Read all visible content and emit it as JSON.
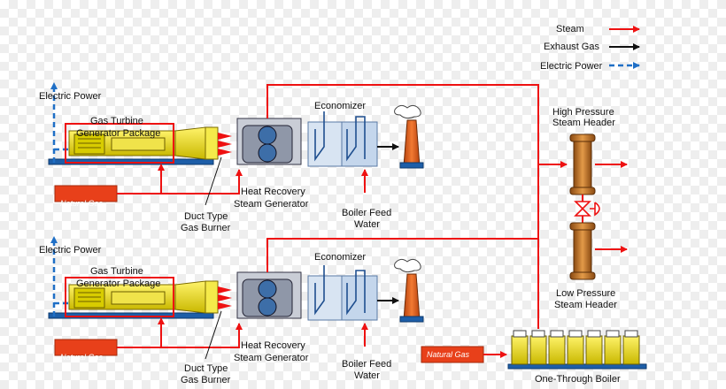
{
  "legend": {
    "steam": "Steam",
    "exhaust_gas": "Exhaust Gas",
    "electric_power": "Electric Power"
  },
  "units": [
    {
      "electric_power": "Electric Power",
      "gas_turbine_line1": "Gas Turbine",
      "gas_turbine_line2": "Generator Package",
      "natural_gas": "Natural Gas",
      "economizer": "Economizer",
      "hrsg_line1": "Heat Recovery",
      "hrsg_line2": "Steam Generator",
      "duct_burner_line1": "Duct Type",
      "duct_burner_line2": "Gas Burner",
      "boiler_feed_line1": "Boiler Feed",
      "boiler_feed_line2": "Water"
    },
    {
      "electric_power": "Electric Power",
      "gas_turbine_line1": "Gas Turbine",
      "gas_turbine_line2": "Generator Package",
      "natural_gas": "Natural Gas",
      "economizer": "Economizer",
      "hrsg_line1": "Heat Recovery",
      "hrsg_line2": "Steam Generator",
      "duct_burner_line1": "Duct Type",
      "duct_burner_line2": "Gas Burner",
      "boiler_feed_line1": "Boiler Feed",
      "boiler_feed_line2": "Water"
    }
  ],
  "headers": {
    "high_line1": "High Pressure",
    "high_line2": "Steam Header",
    "low_line1": "Low Pressure",
    "low_line2": "Steam Header"
  },
  "boiler": {
    "natural_gas": "Natural Gas",
    "label": "One-Through  Boiler"
  },
  "colors": {
    "steam": "#ee1111",
    "exhaust_gas": "#111111",
    "electric_power": "#1f6fc6",
    "turbine_package": "#e8e000",
    "natural_gas_box": "#e8401a",
    "stack": "#e8601a",
    "header_pipe": "#c8782a"
  }
}
